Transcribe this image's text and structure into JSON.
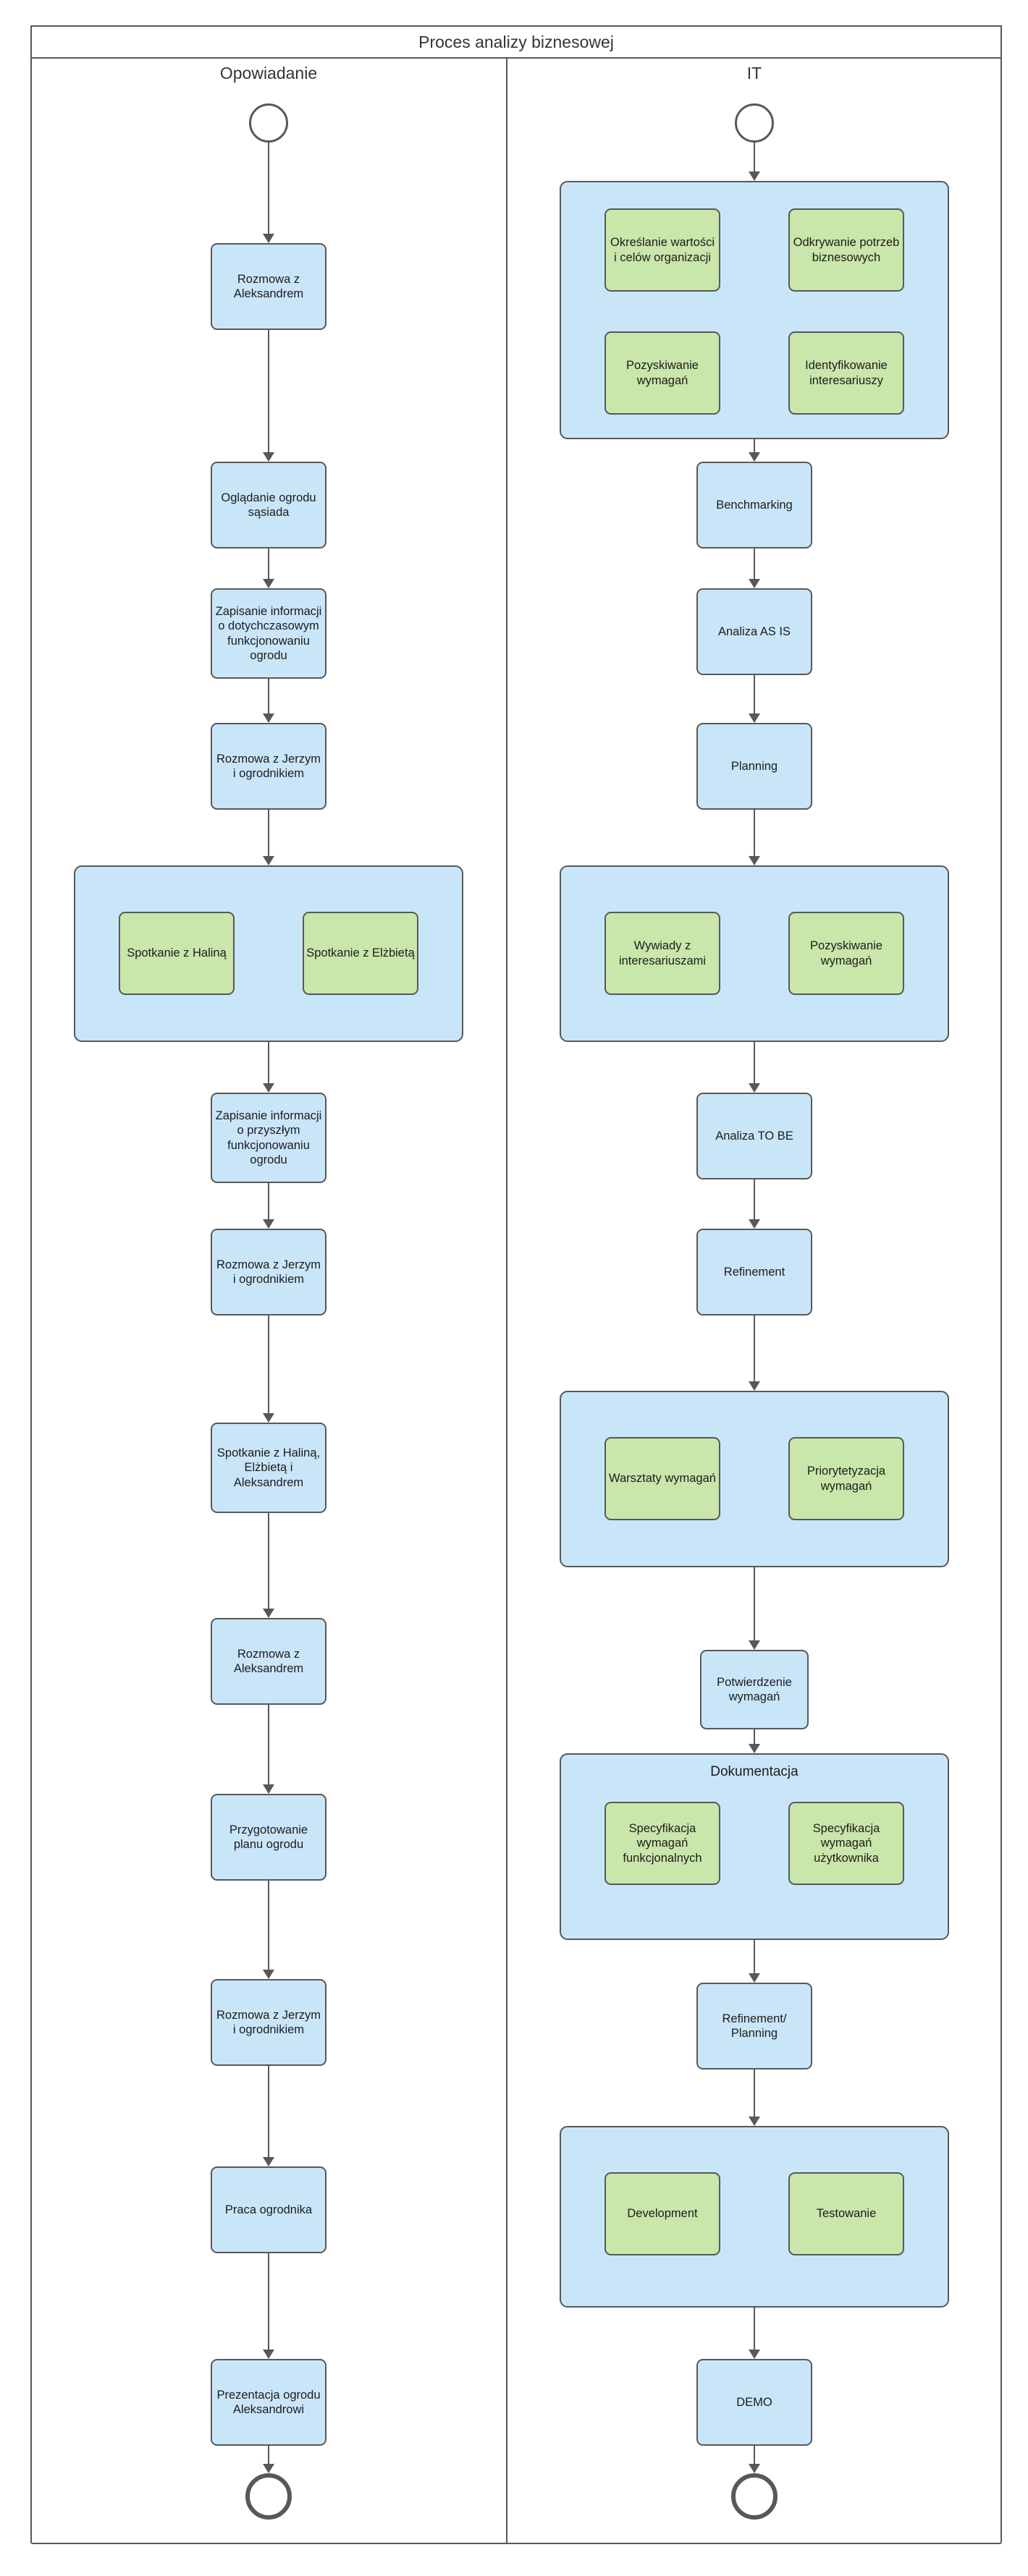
{
  "diagram": {
    "title": "Proces analizy biznesowej",
    "colors": {
      "stroke": "#585858",
      "task_fill": "#c9e6f8",
      "subtask_fill": "#c9e6ab",
      "text": "#2d2d2d",
      "background": "#ffffff"
    },
    "lanes": [
      {
        "label": "Opowiadanie",
        "nodes": [
          {
            "type": "start"
          },
          {
            "type": "task",
            "label": "Rozmowa z Aleksandrem"
          },
          {
            "type": "task",
            "label": "Oglądanie ogrodu sąsiada"
          },
          {
            "type": "task",
            "label": "Zapisanie informacji o dotychczasowym funkcjonowaniu ogrodu"
          },
          {
            "type": "task",
            "label": "Rozmowa z Jerzym i ogrodnikiem"
          },
          {
            "type": "group",
            "children": [
              {
                "label": "Spotkanie z Haliną"
              },
              {
                "label": "Spotkanie z Elżbietą"
              }
            ]
          },
          {
            "type": "task",
            "label": "Zapisanie informacji o przyszłym funkcjonowaniu ogrodu"
          },
          {
            "type": "task",
            "label": "Rozmowa z Jerzym i ogrodnikiem"
          },
          {
            "type": "task",
            "label": "Spotkanie z Haliną, Elżbietą i Aleksandrem"
          },
          {
            "type": "task",
            "label": "Rozmowa z Aleksandrem"
          },
          {
            "type": "task",
            "label": "Przygotowanie planu ogrodu"
          },
          {
            "type": "task",
            "label": "Rozmowa z Jerzym i ogrodnikiem"
          },
          {
            "type": "task",
            "label": "Praca ogrodnika"
          },
          {
            "type": "task",
            "label": "Prezentacja ogrodu Aleksandrowi"
          },
          {
            "type": "end"
          }
        ]
      },
      {
        "label": "IT",
        "nodes": [
          {
            "type": "start"
          },
          {
            "type": "group",
            "children": [
              {
                "label": "Określanie wartości i celów organizacji"
              },
              {
                "label": "Odkrywanie potrzeb biznesowych"
              },
              {
                "label": "Pozyskiwanie wymagań"
              },
              {
                "label": "Identyfikowanie interesariuszy"
              }
            ]
          },
          {
            "type": "task",
            "label": "Benchmarking"
          },
          {
            "type": "task",
            "label": "Analiza AS IS"
          },
          {
            "type": "task",
            "label": "Planning"
          },
          {
            "type": "group",
            "children": [
              {
                "label": "Wywiady z interesariuszami"
              },
              {
                "label": "Pozyskiwanie wymagań"
              }
            ]
          },
          {
            "type": "task",
            "label": "Analiza TO BE"
          },
          {
            "type": "task",
            "label": "Refinement"
          },
          {
            "type": "group",
            "children": [
              {
                "label": "Warsztaty wymagań"
              },
              {
                "label": "Priorytetyzacja wymagań"
              }
            ]
          },
          {
            "type": "task",
            "label": "Potwierdzenie wymagań"
          },
          {
            "type": "group",
            "label": "Dokumentacja",
            "children": [
              {
                "label": "Specyfikacja wymagań funkcjonalnych"
              },
              {
                "label": "Specyfikacja wymagań użytkownika"
              }
            ]
          },
          {
            "type": "task",
            "label": "Refinement/ Planning"
          },
          {
            "type": "group",
            "children": [
              {
                "label": "Development"
              },
              {
                "label": "Testowanie"
              }
            ]
          },
          {
            "type": "task",
            "label": "DEMO"
          },
          {
            "type": "end"
          }
        ]
      }
    ]
  }
}
